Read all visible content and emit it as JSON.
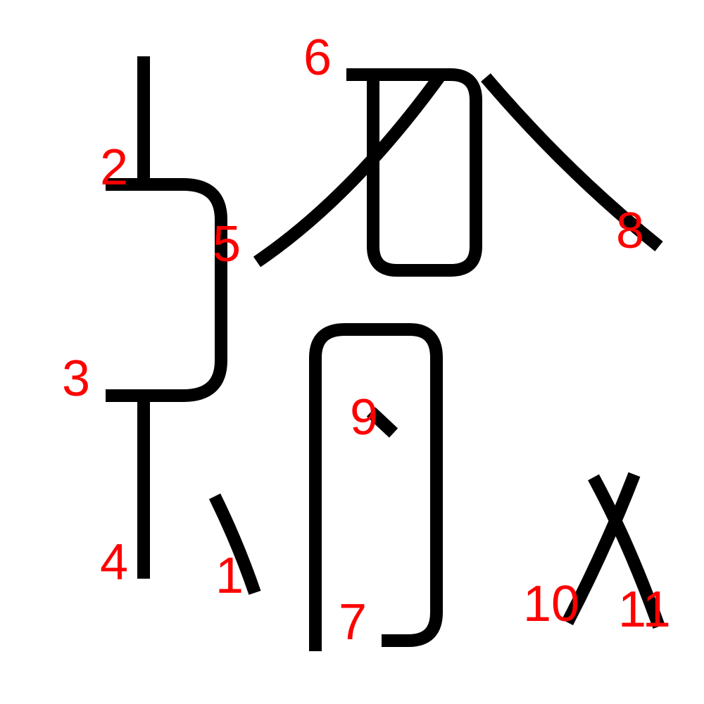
{
  "colors": {
    "background": "#ffffff",
    "stroke": "#000000",
    "label": "#ff0000"
  },
  "strokes": [
    {
      "id": "stroke-1",
      "label": "1"
    },
    {
      "id": "stroke-2",
      "label": "2"
    },
    {
      "id": "stroke-3",
      "label": "3"
    },
    {
      "id": "stroke-4",
      "label": "4"
    },
    {
      "id": "stroke-5",
      "label": "5"
    },
    {
      "id": "stroke-6",
      "label": "6"
    },
    {
      "id": "stroke-7",
      "label": "7"
    },
    {
      "id": "stroke-8",
      "label": "8"
    },
    {
      "id": "stroke-9",
      "label": "9"
    },
    {
      "id": "stroke-10",
      "label": "10"
    },
    {
      "id": "stroke-11",
      "label": "11"
    }
  ]
}
